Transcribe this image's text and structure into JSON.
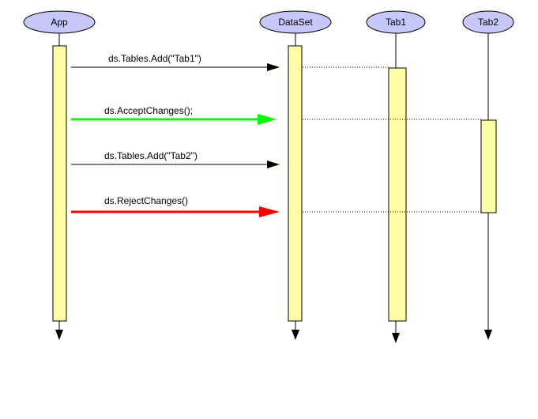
{
  "diagram": {
    "participants": [
      {
        "id": "app",
        "label": "App"
      },
      {
        "id": "dataset",
        "label": "DataSet"
      },
      {
        "id": "tab1",
        "label": "Tab1"
      },
      {
        "id": "tab2",
        "label": "Tab2"
      }
    ],
    "messages": [
      {
        "id": "add-tab1",
        "text": "ds.Tables.Add(\"Tab1\")",
        "color": "#000000",
        "style": "normal"
      },
      {
        "id": "accept-changes",
        "text": "ds.AcceptChanges();",
        "color": "#00ff00",
        "style": "thick"
      },
      {
        "id": "add-tab2",
        "text": "ds.Tables.Add(\"Tab2\")",
        "color": "#000000",
        "style": "normal"
      },
      {
        "id": "reject-changes",
        "text": "ds.RejectChanges()",
        "color": "#ff0000",
        "style": "thick"
      }
    ],
    "colors": {
      "participant_fill": "#c8c8f8",
      "activation_fill": "#ffffa8",
      "line": "#000000"
    }
  }
}
